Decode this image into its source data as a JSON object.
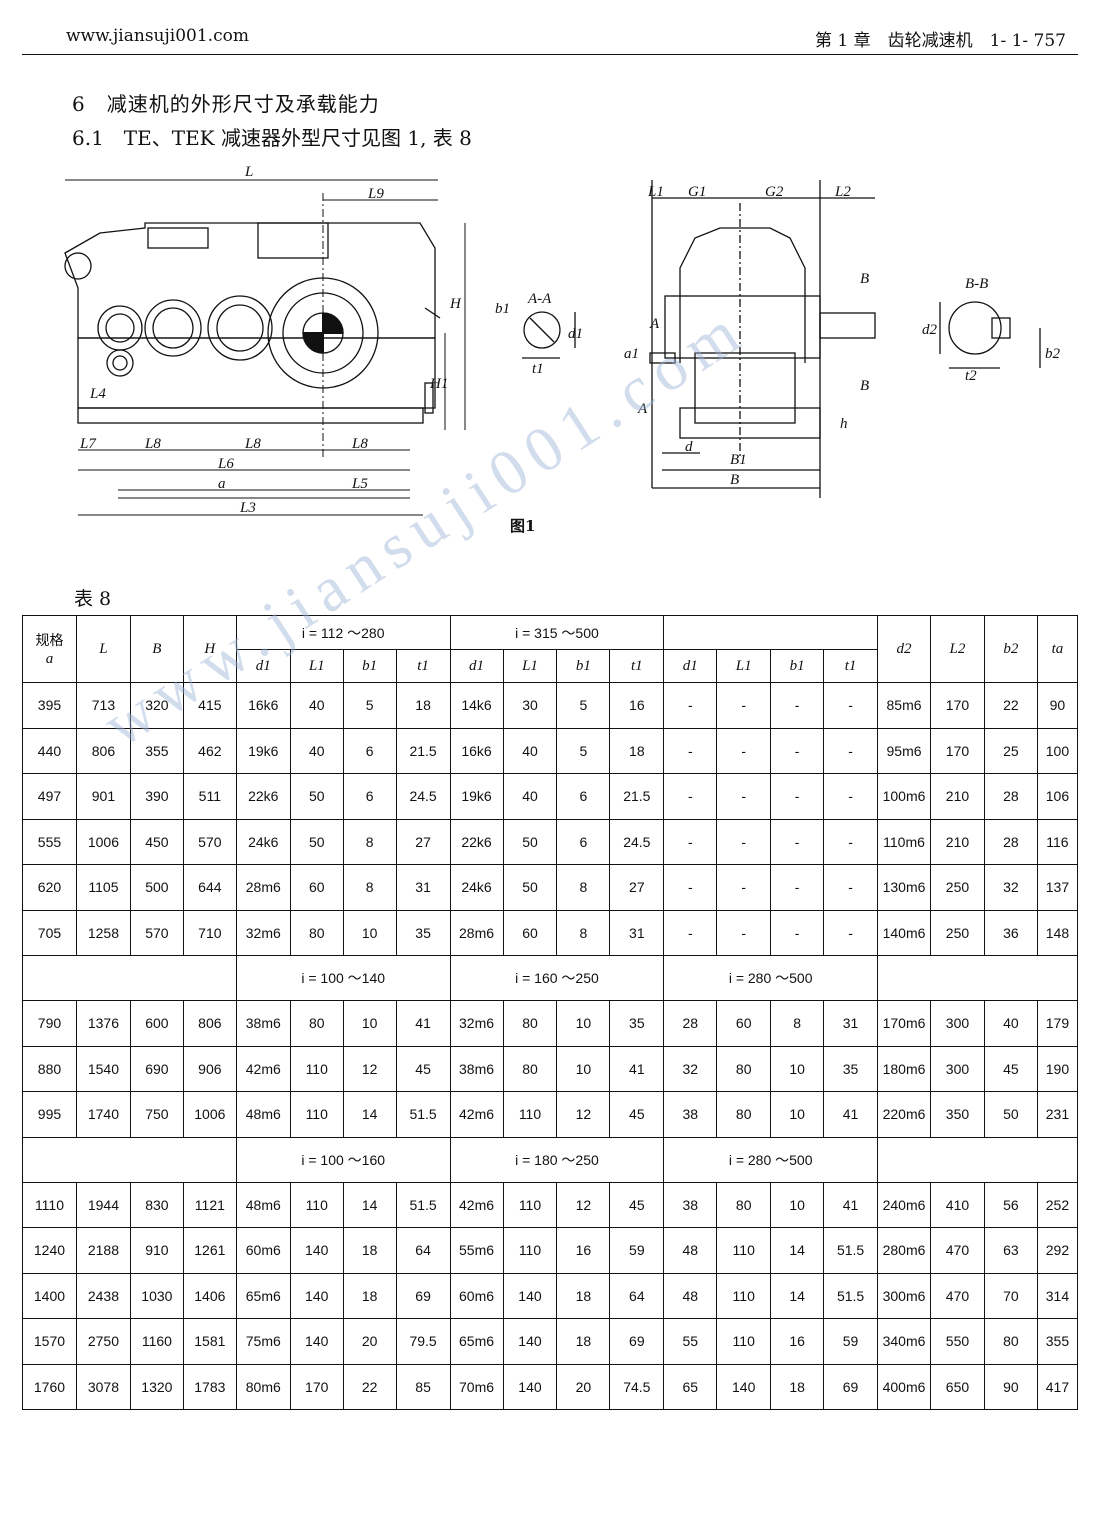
{
  "header": {
    "site": "www.jiansuji001.com",
    "chapter": "第 1 章　齿轮减速机　1- 1- 757"
  },
  "section": {
    "heading": "6　减速机的外形尺寸及承载能力",
    "subheading": "6.1　TE、TEK 减速器外型尺寸见图 1, 表 8"
  },
  "figure": {
    "caption": "图1",
    "labels": {
      "L": "L",
      "L9": "L9",
      "H": "H",
      "H1": "H1",
      "L4": "L4",
      "L7": "L7",
      "L8": "L8",
      "L6": "L6",
      "a": "a",
      "L5": "L5",
      "L3": "L3",
      "AA": "A-A",
      "b1": "b1",
      "d1": "d1",
      "t1": "t1",
      "L1": "L1",
      "G1": "G1",
      "G2": "G2",
      "L2": "L2",
      "B": "B",
      "A": "A",
      "a1": "a1",
      "h": "h",
      "d": "d",
      "B1": "B1",
      "BB": "B-B",
      "d2": "d2",
      "b2": "b2",
      "t2": "t2"
    }
  },
  "watermark": "www.jiansuji001.com",
  "table": {
    "title": "表 8",
    "header": {
      "spec": "规格",
      "spec_a": "a",
      "L": "L",
      "B": "B",
      "H": "H",
      "range1": "i = 112 ～280",
      "range2": "i = 315 ～500",
      "range3": "",
      "d2": "d2",
      "L2": "L2",
      "b2": "b2",
      "ta": "ta",
      "sub": [
        "d1",
        "L1",
        "b1",
        "t1",
        "d1",
        "L1",
        "b1",
        "t1",
        "d1",
        "L1",
        "b1",
        "t1"
      ]
    },
    "group1_rows": [
      [
        "395",
        "713",
        "320",
        "415",
        "16k6",
        "40",
        "5",
        "18",
        "14k6",
        "30",
        "5",
        "16",
        "-",
        "-",
        "-",
        "-",
        "85m6",
        "170",
        "22",
        "90"
      ],
      [
        "440",
        "806",
        "355",
        "462",
        "19k6",
        "40",
        "6",
        "21.5",
        "16k6",
        "40",
        "5",
        "18",
        "-",
        "-",
        "-",
        "-",
        "95m6",
        "170",
        "25",
        "100"
      ],
      [
        "497",
        "901",
        "390",
        "511",
        "22k6",
        "50",
        "6",
        "24.5",
        "19k6",
        "40",
        "6",
        "21.5",
        "-",
        "-",
        "-",
        "-",
        "100m6",
        "210",
        "28",
        "106"
      ],
      [
        "555",
        "1006",
        "450",
        "570",
        "24k6",
        "50",
        "8",
        "27",
        "22k6",
        "50",
        "6",
        "24.5",
        "-",
        "-",
        "-",
        "-",
        "110m6",
        "210",
        "28",
        "116"
      ],
      [
        "620",
        "1105",
        "500",
        "644",
        "28m6",
        "60",
        "8",
        "31",
        "24k6",
        "50",
        "8",
        "27",
        "-",
        "-",
        "-",
        "-",
        "130m6",
        "250",
        "32",
        "137"
      ],
      [
        "705",
        "1258",
        "570",
        "710",
        "32m6",
        "80",
        "10",
        "35",
        "28m6",
        "60",
        "8",
        "31",
        "-",
        "-",
        "-",
        "-",
        "140m6",
        "250",
        "36",
        "148"
      ]
    ],
    "group2_ranges": [
      "i = 100 ～140",
      "i = 160 ～250",
      "i = 280 ～500"
    ],
    "group2_rows": [
      [
        "790",
        "1376",
        "600",
        "806",
        "38m6",
        "80",
        "10",
        "41",
        "32m6",
        "80",
        "10",
        "35",
        "28",
        "60",
        "8",
        "31",
        "170m6",
        "300",
        "40",
        "179"
      ],
      [
        "880",
        "1540",
        "690",
        "906",
        "42m6",
        "110",
        "12",
        "45",
        "38m6",
        "80",
        "10",
        "41",
        "32",
        "80",
        "10",
        "35",
        "180m6",
        "300",
        "45",
        "190"
      ],
      [
        "995",
        "1740",
        "750",
        "1006",
        "48m6",
        "110",
        "14",
        "51.5",
        "42m6",
        "110",
        "12",
        "45",
        "38",
        "80",
        "10",
        "41",
        "220m6",
        "350",
        "50",
        "231"
      ]
    ],
    "group3_ranges": [
      "i = 100 ～160",
      "i = 180 ～250",
      "i = 280 ～500"
    ],
    "group3_rows": [
      [
        "1110",
        "1944",
        "830",
        "1121",
        "48m6",
        "110",
        "14",
        "51.5",
        "42m6",
        "110",
        "12",
        "45",
        "38",
        "80",
        "10",
        "41",
        "240m6",
        "410",
        "56",
        "252"
      ],
      [
        "1240",
        "2188",
        "910",
        "1261",
        "60m6",
        "140",
        "18",
        "64",
        "55m6",
        "110",
        "16",
        "59",
        "48",
        "110",
        "14",
        "51.5",
        "280m6",
        "470",
        "63",
        "292"
      ],
      [
        "1400",
        "2438",
        "1030",
        "1406",
        "65m6",
        "140",
        "18",
        "69",
        "60m6",
        "140",
        "18",
        "64",
        "48",
        "110",
        "14",
        "51.5",
        "300m6",
        "470",
        "70",
        "314"
      ],
      [
        "1570",
        "2750",
        "1160",
        "1581",
        "75m6",
        "140",
        "20",
        "79.5",
        "65m6",
        "140",
        "18",
        "69",
        "55",
        "110",
        "16",
        "59",
        "340m6",
        "550",
        "80",
        "355"
      ],
      [
        "1760",
        "3078",
        "1320",
        "1783",
        "80m6",
        "170",
        "22",
        "85",
        "70m6",
        "140",
        "20",
        "74.5",
        "65",
        "140",
        "18",
        "69",
        "400m6",
        "650",
        "90",
        "417"
      ]
    ]
  }
}
